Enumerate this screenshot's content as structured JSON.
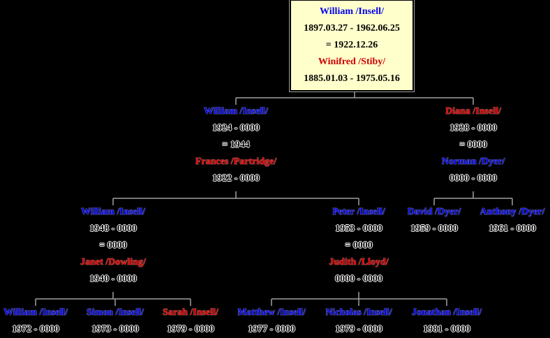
{
  "colors": {
    "background": "#000000",
    "root_box_fill": "#ffffcc",
    "male_name": "#0000ee",
    "female_name": "#dd0000",
    "connector": "#a0a0a0"
  },
  "root": {
    "person": {
      "name": "William /Insell/",
      "sex": "male",
      "dates": "1897.03.27 - 1962.06.25"
    },
    "marriage": "= 1922.12.26",
    "spouse": {
      "name": "Winifred /Stiby/",
      "sex": "female",
      "dates": "1885.01.03 - 1975.05.16"
    }
  },
  "gen2": {
    "william": {
      "person": {
        "name": "William /Insell/",
        "sex": "male",
        "dates": "1924 - 0000"
      },
      "marriage": "= 1944",
      "spouse": {
        "name": "Frances /Partridge/",
        "sex": "female",
        "dates": "1922 - 0000"
      }
    },
    "diana": {
      "person": {
        "name": "Diana /Insell/",
        "sex": "female",
        "dates": "1928 - 0000"
      },
      "marriage": "= 0000",
      "spouse": {
        "name": "Norman /Dyer/",
        "sex": "male",
        "dates": "0000 - 0000"
      }
    }
  },
  "gen3": {
    "william": {
      "person": {
        "name": "William /Insell/",
        "sex": "male",
        "dates": "1948 - 0000"
      },
      "marriage": "= 0000",
      "spouse": {
        "name": "Janet /Dowling/",
        "sex": "female",
        "dates": "1940 - 0000"
      }
    },
    "peter": {
      "person": {
        "name": "Peter /Insell/",
        "sex": "male",
        "dates": "1953 - 0000"
      },
      "marriage": "= 0000",
      "spouse": {
        "name": "Judith /Lloyd/",
        "sex": "female",
        "dates": "0000 - 0000"
      }
    },
    "david": {
      "person": {
        "name": "David /Dyer/",
        "sex": "male",
        "dates": "1959 - 0000"
      }
    },
    "anthony": {
      "person": {
        "name": "Anthony /Dyer/",
        "sex": "male",
        "dates": "1961 - 0000"
      }
    }
  },
  "gen4": {
    "william": {
      "person": {
        "name": "William /Insell/",
        "sex": "male",
        "dates": "1972 - 0000"
      }
    },
    "simon": {
      "person": {
        "name": "Simon /Insell/",
        "sex": "male",
        "dates": "1973 - 0000"
      }
    },
    "sarah": {
      "person": {
        "name": "Sarah /Insell/",
        "sex": "female",
        "dates": "1979 - 0000"
      }
    },
    "matthew": {
      "person": {
        "name": "Matthew /Insell/",
        "sex": "male",
        "dates": "1977 - 0000"
      }
    },
    "nicholas": {
      "person": {
        "name": "Nicholas /Insell/",
        "sex": "male",
        "dates": "1979 - 0000"
      }
    },
    "jonathan": {
      "person": {
        "name": "Jonathan /Insell/",
        "sex": "male",
        "dates": "1981 - 0000"
      }
    }
  }
}
